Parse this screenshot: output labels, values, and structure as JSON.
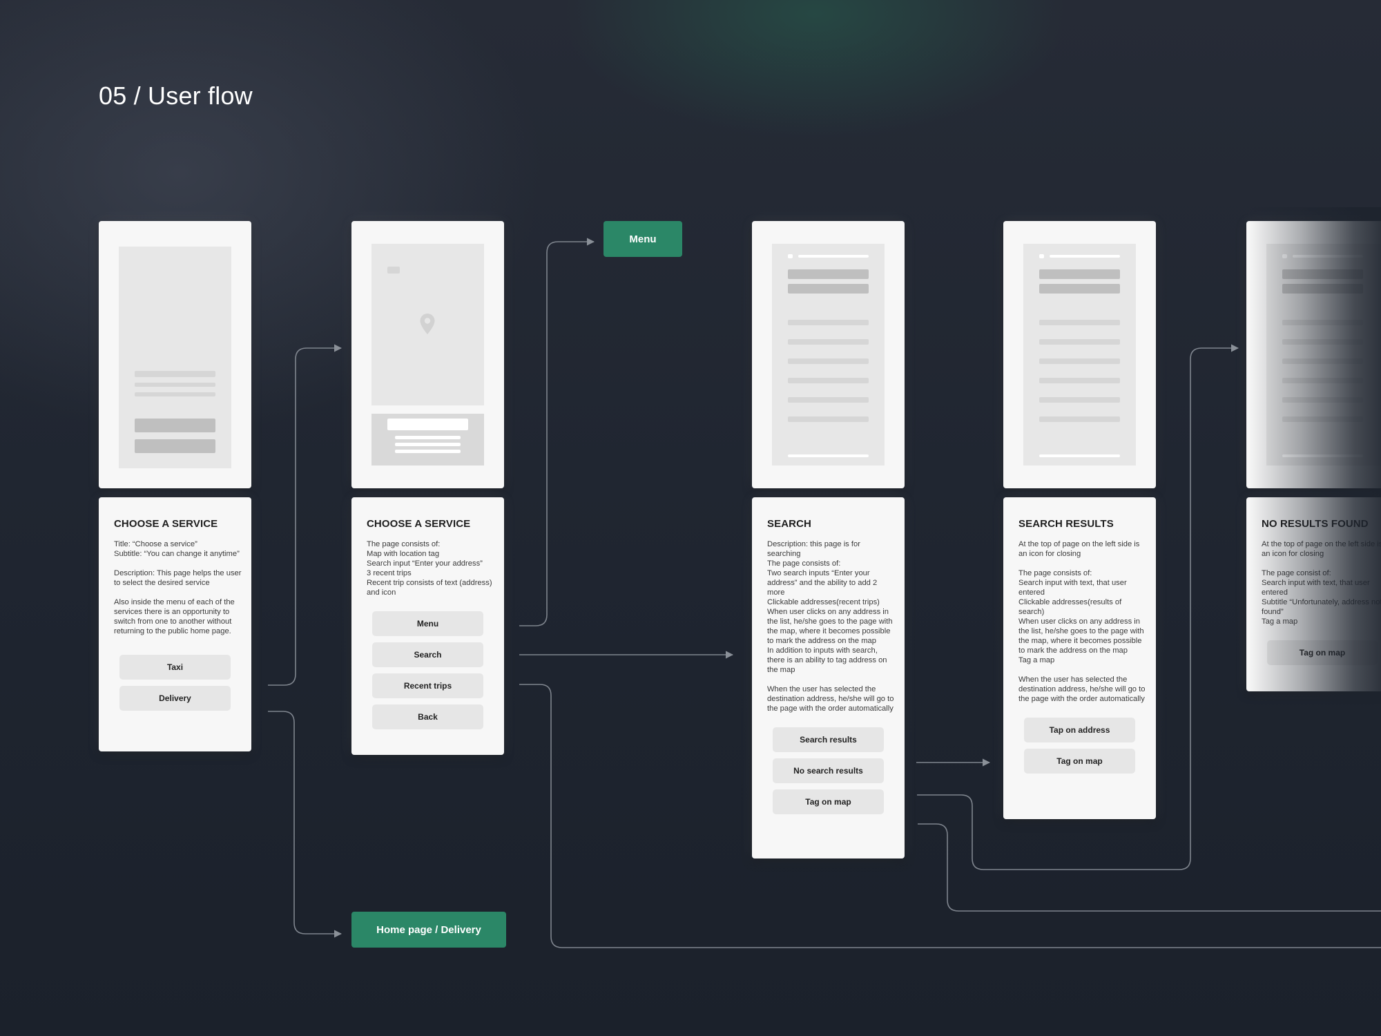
{
  "page": {
    "title": "05 / User flow",
    "accent_color": "#2b8767"
  },
  "pills": {
    "menu": "Menu",
    "home_delivery": "Home page / Delivery"
  },
  "cards": [
    {
      "title": "CHOOSE A SERVICE",
      "description": "Title: “Choose a service”\nSubtitle: “You can change it anytime”\n\nDescription: This page helps the user to select the desired service\n\nAlso inside the menu of each of the services there is an opportunity to switch from one to another without returning to the public home page.",
      "buttons": [
        "Taxi",
        "Delivery"
      ]
    },
    {
      "title": "CHOOSE A SERVICE",
      "description": "The page consists of:\nMap with location tag\nSearch input “Enter your address”\n3 recent trips\nRecent trip consists of text (address) and icon",
      "buttons": [
        "Menu",
        "Search",
        "Recent trips",
        "Back"
      ]
    },
    {
      "title": "SEARCH",
      "description": "Description: this page is for searching\nThe page consists of:\nTwo search inputs “Enter your address” and the ability to add 2 more\nClickable addresses(recent trips)\nWhen user clicks on any address in the list, he/she goes to the page with the map, where it becomes possible to mark the address on the map\nIn addition to inputs with search, there is an ability to tag address on the map\n\nWhen the user has selected the destination address, he/she will go to the page with the order automatically",
      "buttons": [
        "Search results",
        "No search results",
        "Tag on map"
      ]
    },
    {
      "title": "SEARCH RESULTS",
      "description": "At the top of page on the left side is an icon for closing\n\nThe page consists of:\nSearch input with text, that user entered\nClickable addresses(results of search)\nWhen user clicks on any address in the list, he/she goes to the page with the map, where it becomes possible to mark the address on the map\nTag a map\n\nWhen the user has selected the destination address, he/she will go to the page with the order automatically",
      "buttons": [
        "Tap on address",
        "Tag on map"
      ]
    },
    {
      "title": "NO RESULTS FOUND",
      "description": "At the top of page on the left side is an icon for closing\n\nThe page consist of:\nSearch input with text, that user entered\nSubtitle “Unfortunately, address not found”\nTag a map",
      "buttons": [
        "Tag on map"
      ]
    }
  ]
}
